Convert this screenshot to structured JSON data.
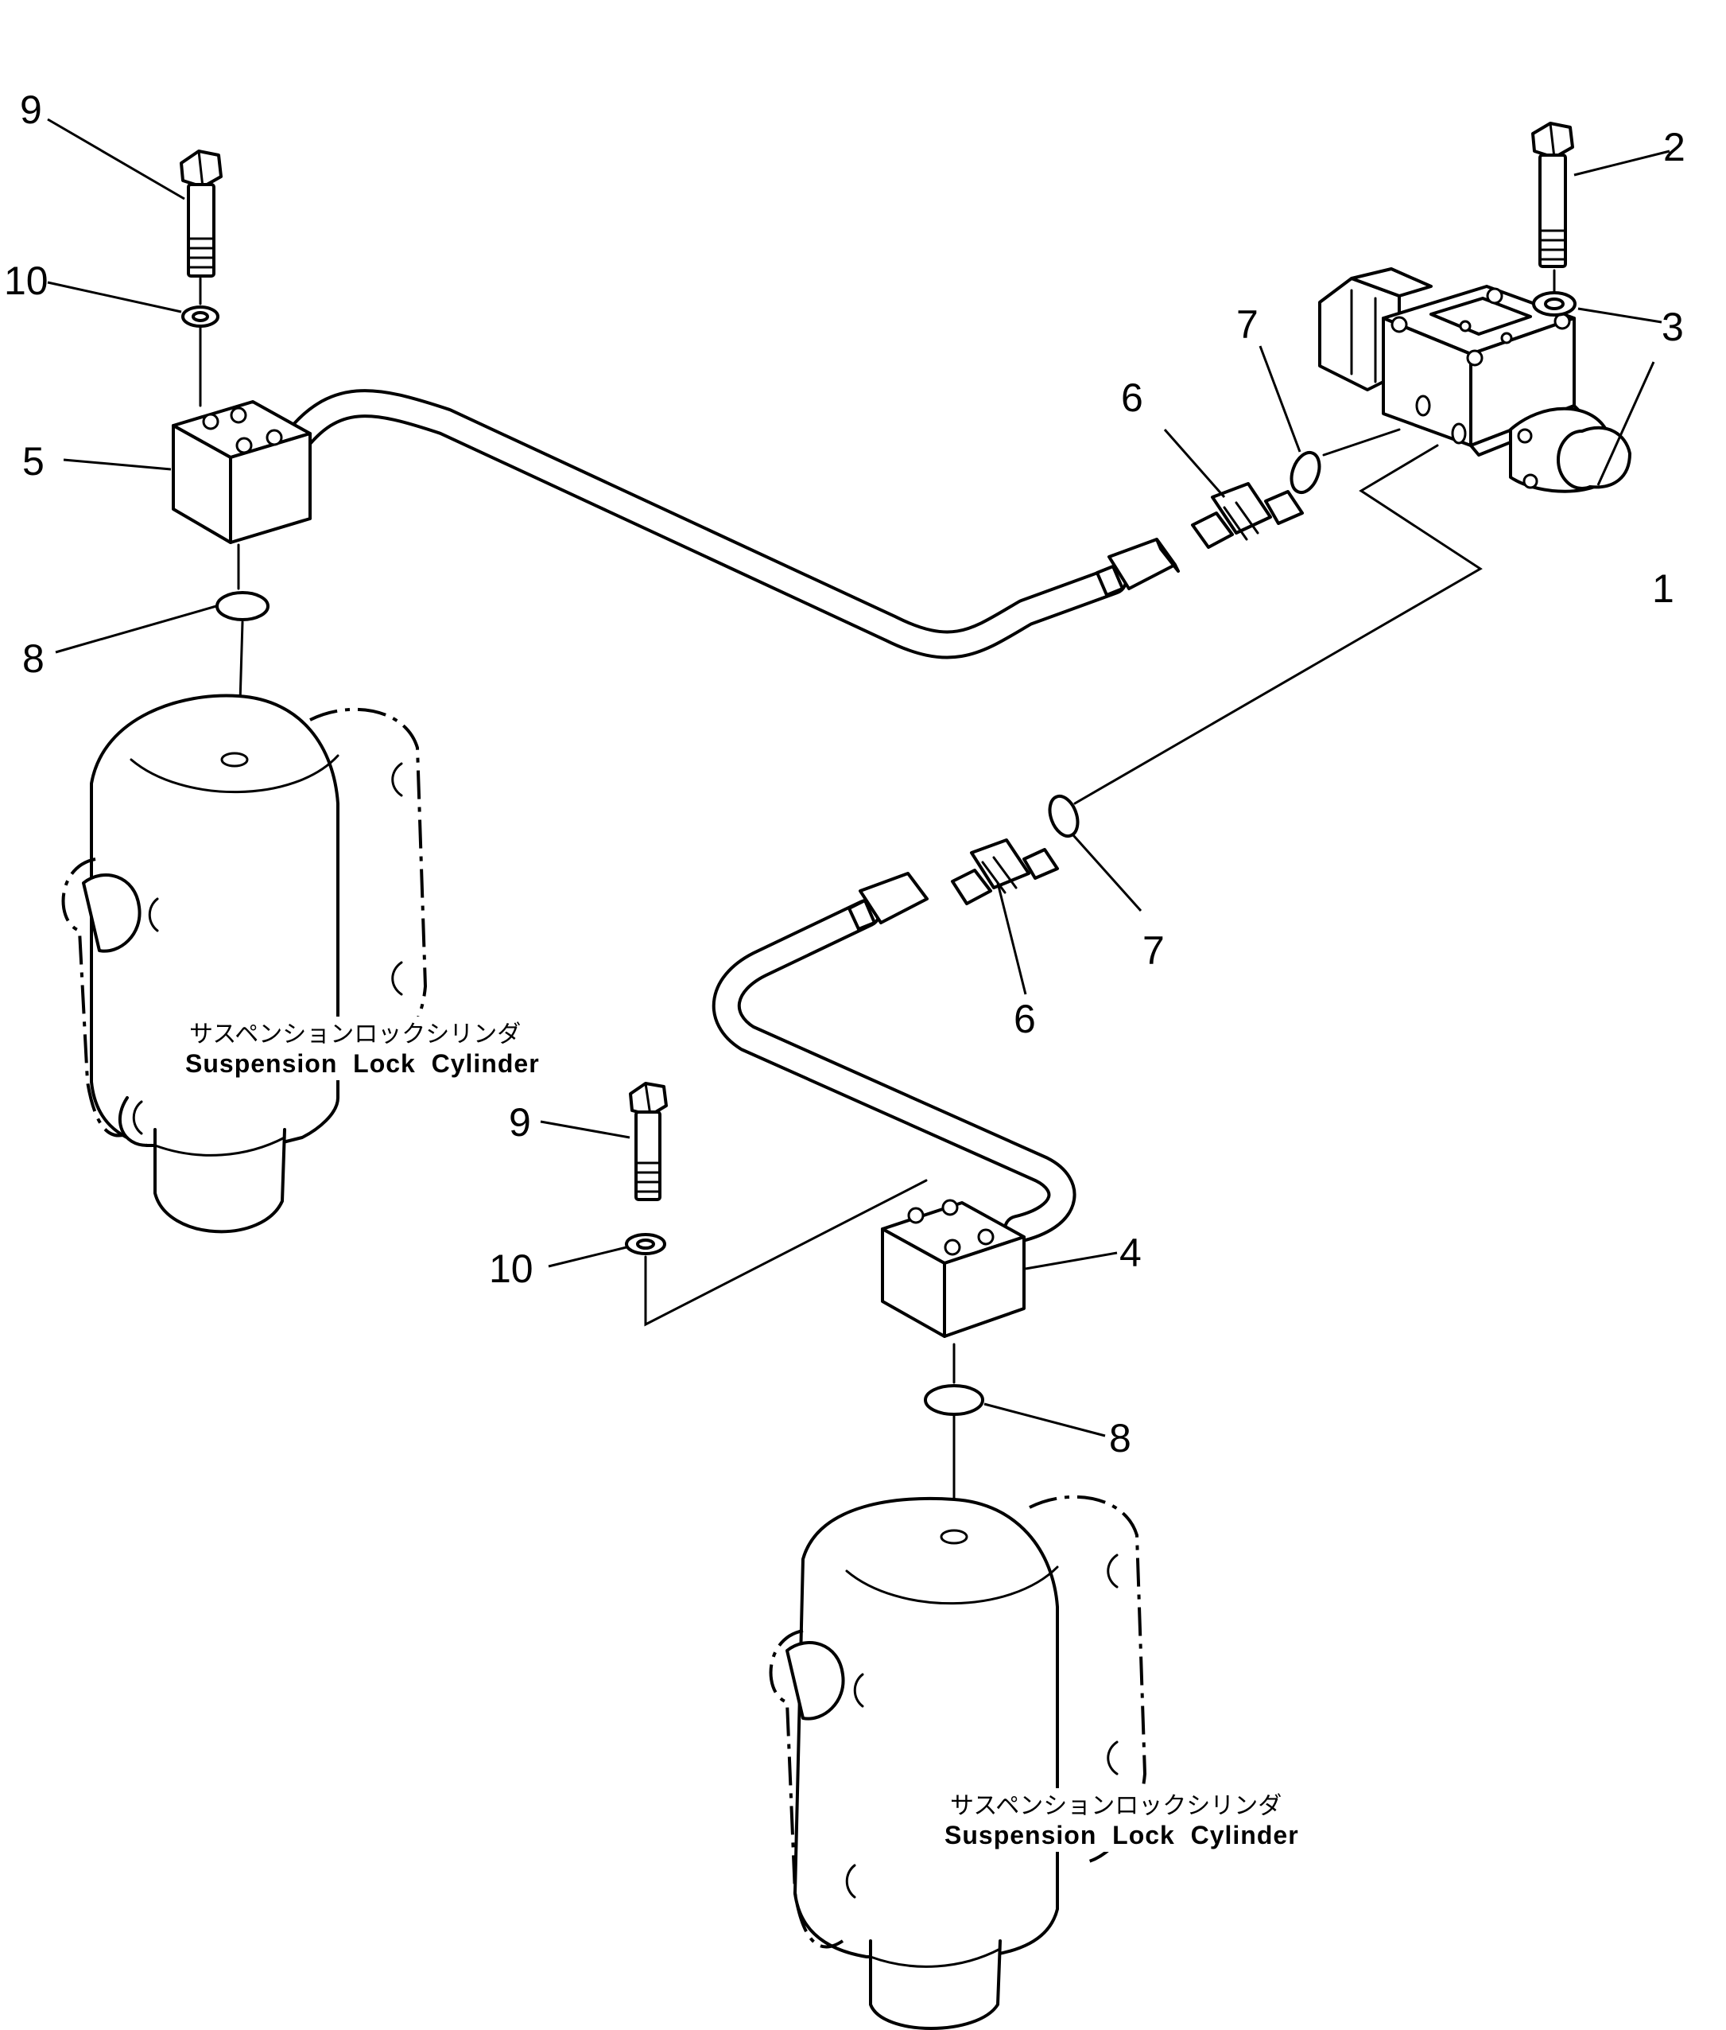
{
  "callouts": {
    "c1": "1",
    "c2": "2",
    "c3": "3",
    "c4": "4",
    "c5": "5",
    "c6a": "6",
    "c6b": "6",
    "c7a": "7",
    "c7b": "7",
    "c8a": "8",
    "c8b": "8",
    "c9a": "9",
    "c9b": "9",
    "c10a": "10",
    "c10b": "10"
  },
  "captions": {
    "left": {
      "jp": "サスペンションロックシリンダ",
      "en": "Suspension  Lock  Cylinder"
    },
    "right": {
      "jp": "サスペンションロックシリンダ",
      "en": "Suspension  Lock  Cylinder"
    }
  },
  "colors": {
    "ink": "#000000",
    "paper": "#ffffff"
  }
}
